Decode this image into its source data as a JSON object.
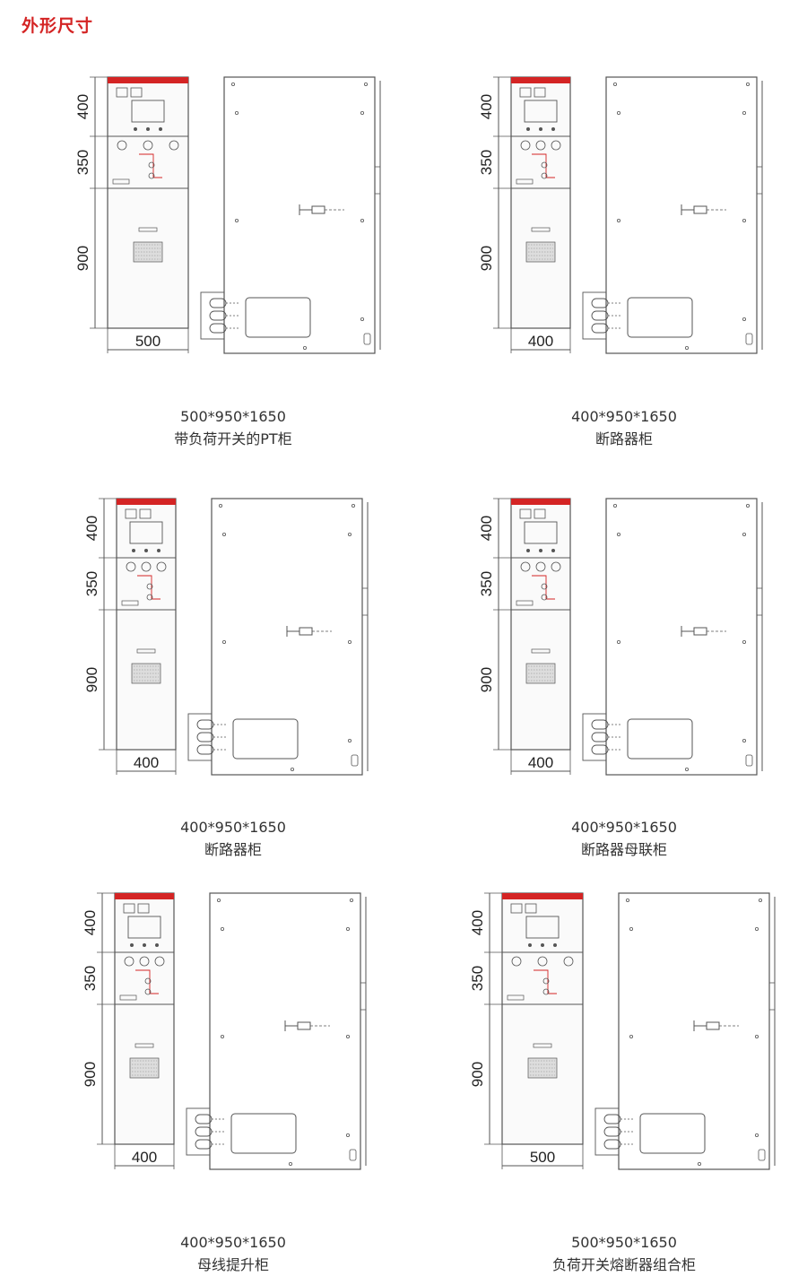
{
  "page": {
    "title": "外形尺寸"
  },
  "dimension_labels": {
    "top": "400",
    "middle": "350",
    "bottom": "900"
  },
  "colors": {
    "accent": "#d42424",
    "line": "#555555",
    "panel_fill": "#f3f3f3"
  },
  "cabinets": [
    {
      "id": "pt",
      "width_label": "500",
      "size": "500*950*1650",
      "name": "带负荷开关的PT柜"
    },
    {
      "id": "breaker-1",
      "width_label": "400",
      "size": "400*950*1650",
      "name": "断路器柜"
    },
    {
      "id": "breaker-2",
      "width_label": "400",
      "size": "400*950*1650",
      "name": "断路器柜"
    },
    {
      "id": "bus-tie",
      "width_label": "400",
      "size": "400*950*1650",
      "name": "断路器母联柜"
    },
    {
      "id": "bus-riser",
      "width_label": "400",
      "size": "400*950*1650",
      "name": "母线提升柜"
    },
    {
      "id": "fuse-combo",
      "width_label": "500",
      "size": "500*950*1650",
      "name": "负荷开关熔断器组合柜"
    }
  ]
}
